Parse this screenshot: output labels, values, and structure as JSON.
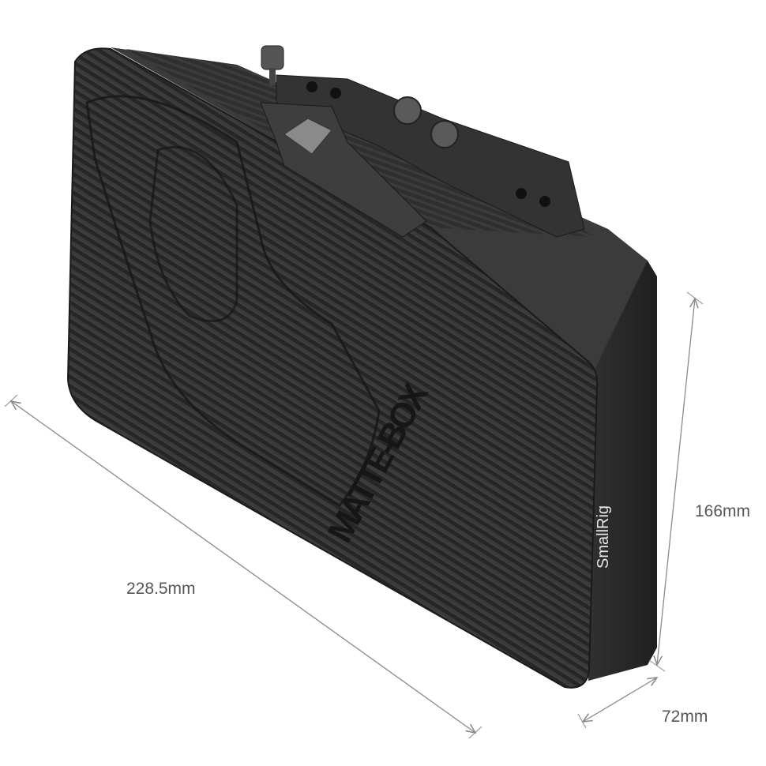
{
  "product": {
    "brand_logo": "SmallRig",
    "printed_name": "MATTE-BOX"
  },
  "dimensions": {
    "length": "228.5mm",
    "height": "166mm",
    "depth": "72mm"
  },
  "colors": {
    "body": "#2b2b2b",
    "carbon_light": "#3a3a3a",
    "carbon_dark": "#1e1e1e",
    "metal": "#4a4a4a",
    "dimension_line": "#8a8a8a",
    "label": "#555555"
  }
}
